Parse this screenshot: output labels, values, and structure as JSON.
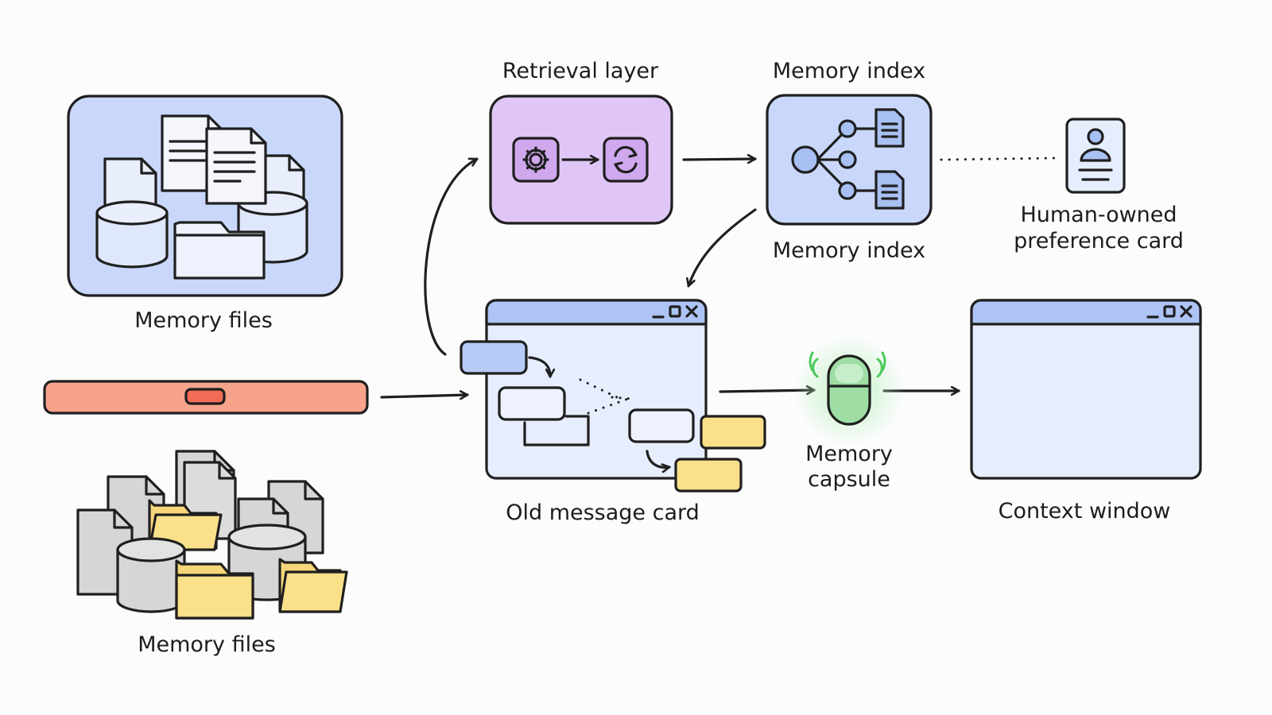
{
  "labels": {
    "memory_files_top": "Memory files",
    "memory_files_bottom": "Memory files",
    "retrieval_layer": "Retrieval layer",
    "memory_index_top": "Memory index",
    "memory_index_bottom": "Memory index",
    "preference_card_line1": "Human-owned",
    "preference_card_line2": "preference card",
    "old_message_card": "Old message card",
    "memory_capsule_line1": "Memory",
    "memory_capsule_line2": "capsule",
    "context_window": "Context window"
  },
  "colors": {
    "blue_panel": "#c9d8fa",
    "purple_panel": "#e0c6f6",
    "window_body": "#e6edfd",
    "window_titlebar": "#aec4f5",
    "red_bar": "#f7a38c",
    "yellow_note": "#fbe08a",
    "gray_doc": "#d6d6d6",
    "capsule_green": "#9edea5",
    "ink": "#1f1f1f"
  },
  "icons": {
    "gear": "gear-icon",
    "refresh": "refresh-icon",
    "person": "person-icon",
    "document_list": "document-list-icon",
    "folder": "folder-icon",
    "database": "database-icon",
    "window_controls": "window-controls-icon"
  }
}
